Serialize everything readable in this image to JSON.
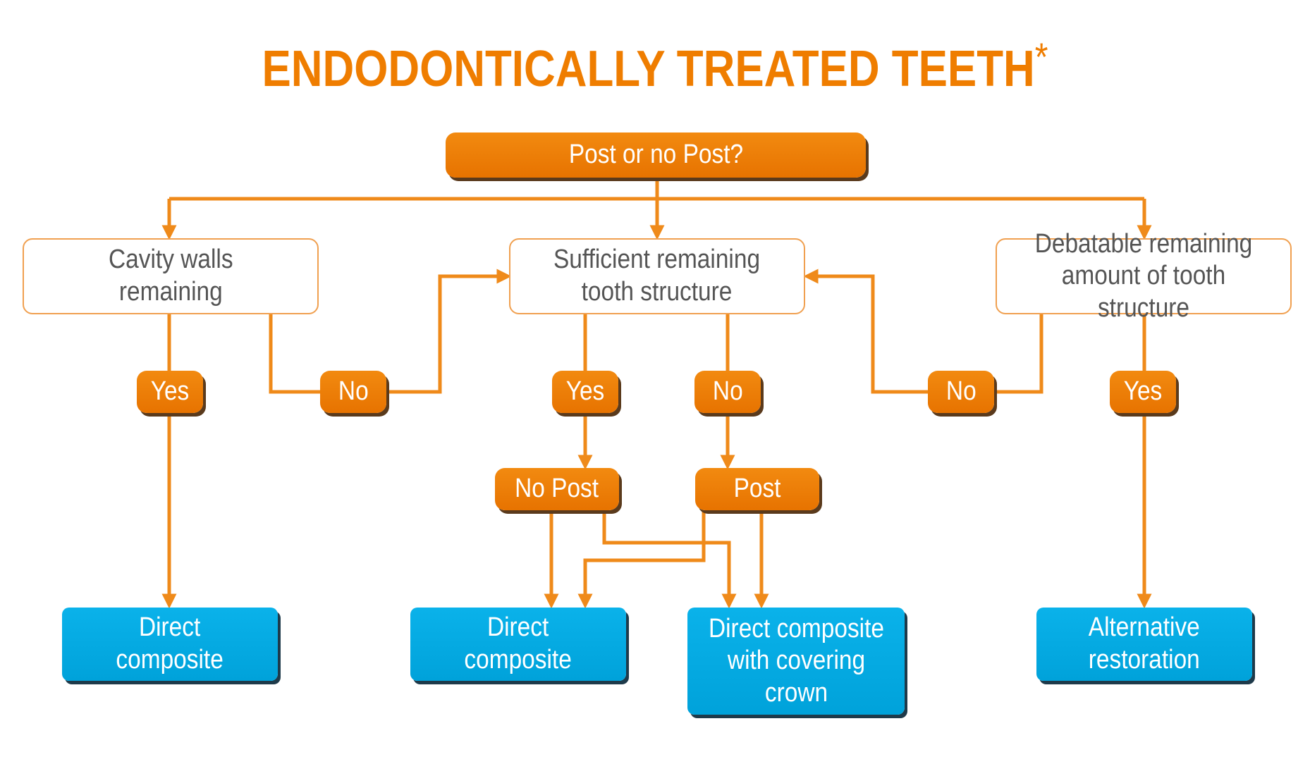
{
  "title": "ENDODONTICALLY TREATED TEETH",
  "title_mark": "*",
  "colors": {
    "orange": "#ef7d00",
    "connector": "#ef8a1a",
    "blue": "#00a8e0",
    "text_gray": "#555555"
  },
  "nodes": {
    "root": "Post or no Post?",
    "cavity_walls": "Cavity walls\nremaining",
    "sufficient": "Sufficient remaining\ntooth structure",
    "debatable": "Debatable remaining\namount of tooth structure",
    "yes_left": "Yes",
    "no_left": "No",
    "yes_mid": "Yes",
    "no_mid": "No",
    "no_right": "No",
    "yes_right": "Yes",
    "no_post": "No Post",
    "post": "Post",
    "direct_composite_left": "Direct\ncomposite",
    "direct_composite_mid": "Direct\ncomposite",
    "direct_composite_crown": "Direct composite\nwith covering\ncrown",
    "alternative_restoration": "Alternative\nrestoration"
  }
}
